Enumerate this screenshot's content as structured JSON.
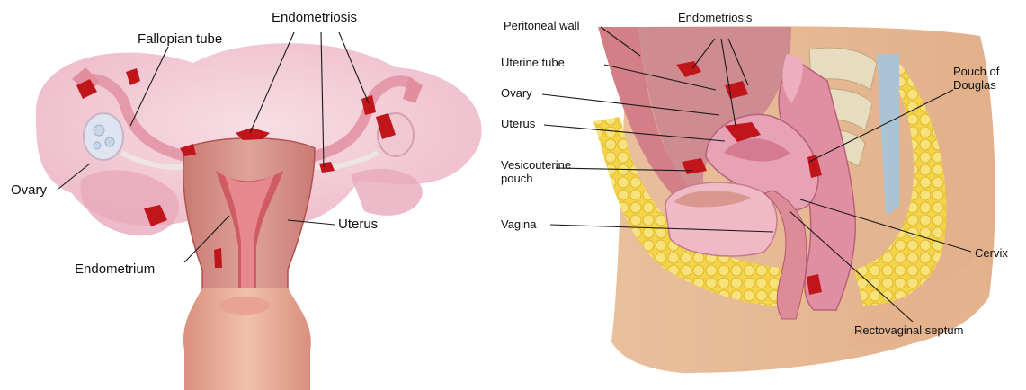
{
  "left_panel": {
    "labels": {
      "fallopian_tube": "Fallopian tube",
      "endometriosis": "Endometriosis",
      "ovary": "Ovary",
      "uterus": "Uterus",
      "endometrium": "Endometrium"
    }
  },
  "right_panel": {
    "labels": {
      "peritoneal_wall": "Peritoneal wall",
      "endometriosis": "Endometriosis",
      "uterine_tube": "Uterine tube",
      "ovary": "Ovary",
      "uterus": "Uterus",
      "vesicouterine_line1": "Vesicouterine",
      "vesicouterine_line2": "pouch",
      "vagina": "Vagina",
      "pouch_line1": "Pouch of",
      "pouch_line2": "Douglas",
      "cervix": "Cervix",
      "rectovaginal_septum": "Rectovaginal septum"
    }
  },
  "colors": {
    "tissue_pink": "#e9a3b4",
    "uterus_wall": "#d98a84",
    "lesion_red": "#c0151b",
    "fat_yellow": "#f1d33f",
    "skin": "#e4b892"
  }
}
